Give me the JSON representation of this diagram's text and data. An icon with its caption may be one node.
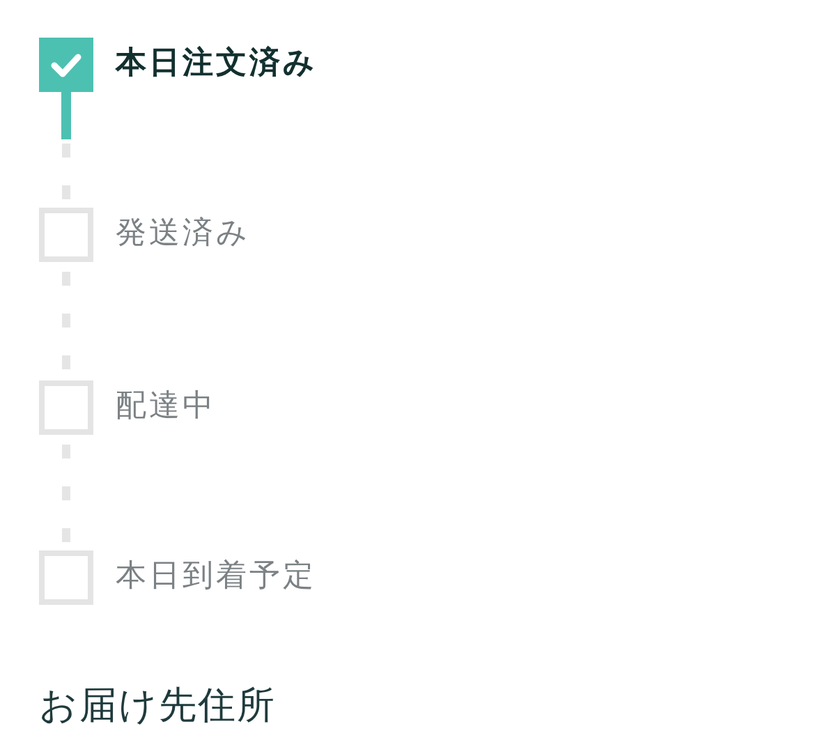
{
  "diagram": {
    "nodes": [
      {
        "text": [
          "本日注文済み"
        ]
      },
      {
        "text": [
          "発送済み"
        ]
      },
      {
        "text": [
          "配達中"
        ]
      },
      {
        "text": [
          "本日到着予定"
        ]
      }
    ],
    "edges": [
      {
        "from": 0,
        "to": 1,
        "arrow": "none",
        "style": "dashed"
      },
      {
        "from": 1,
        "to": 2,
        "arrow": "none",
        "style": "dashed"
      },
      {
        "from": 2,
        "to": 3,
        "arrow": "none",
        "style": "dashed"
      }
    ],
    "labels": [
      "お届け先住所"
    ]
  }
}
